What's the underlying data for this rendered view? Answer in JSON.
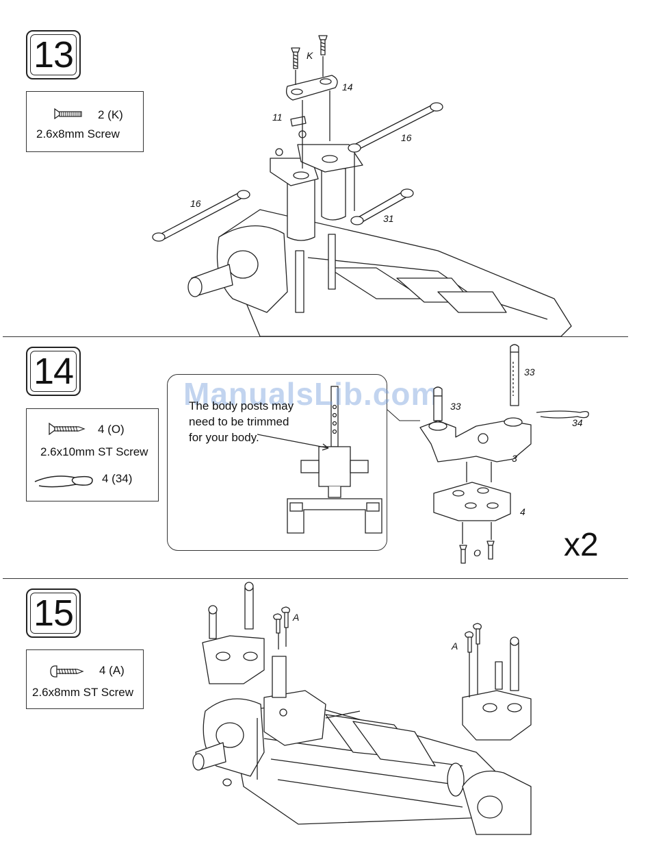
{
  "watermark": "ManualsLib.com",
  "steps": [
    {
      "number": "13",
      "parts": [
        {
          "qty": "2 (K)",
          "desc": "2.6x8mm Screw",
          "icon": "flat-head-screw-icon"
        }
      ],
      "callouts": [
        "K",
        "14",
        "11",
        "16",
        "16",
        "31"
      ]
    },
    {
      "number": "14",
      "parts": [
        {
          "qty": "4 (O)",
          "desc": "2.6x10mm ST Screw",
          "icon": "flat-head-tapping-screw-icon"
        },
        {
          "qty": "4 (34)",
          "desc": "",
          "icon": "body-clip-icon"
        }
      ],
      "note": "The body posts may need to be trimmed for your body.",
      "callouts": [
        "33",
        "33",
        "34",
        "3",
        "4",
        "O"
      ],
      "multiplier": "x2"
    },
    {
      "number": "15",
      "parts": [
        {
          "qty": "4 (A)",
          "desc": "2.6x8mm ST Screw",
          "icon": "button-head-tapping-screw-icon"
        }
      ],
      "callouts": [
        "A",
        "A"
      ]
    }
  ]
}
